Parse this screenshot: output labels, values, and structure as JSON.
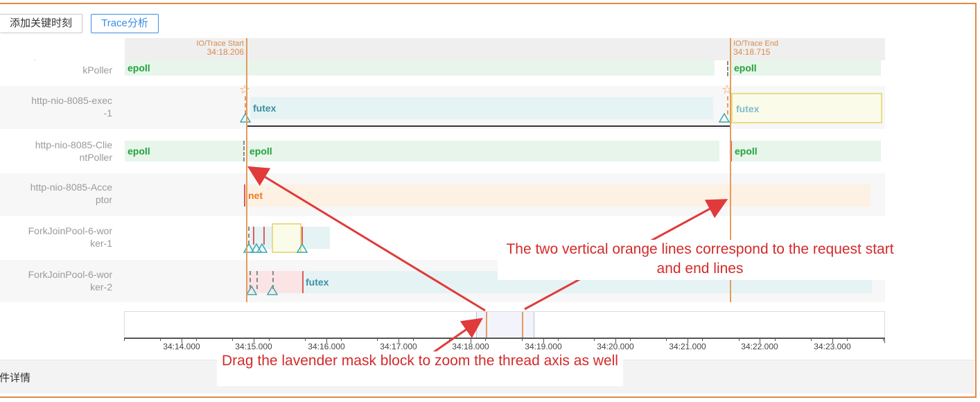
{
  "toolbar": {
    "add_moment_label": "添加关键时刻",
    "trace_analysis_label": "Trace分析"
  },
  "markers": {
    "start_title": "IO/Trace Start",
    "start_time": "34:18.206",
    "end_title": "IO/Trace End",
    "end_time": "34:18.715"
  },
  "threads": [
    {
      "label": "kPoller",
      "dot": "·",
      "segments": [
        "epoll",
        "epoll"
      ]
    },
    {
      "label": "http-nio-8085-exec\n-1",
      "segments": [
        "futex",
        "futex"
      ]
    },
    {
      "label": "http-nio-8085-Clie\nntPoller",
      "segments": [
        "epoll",
        "epoll",
        "epoll"
      ]
    },
    {
      "label": "http-nio-8085-Acce\nptor",
      "segments": [
        "net"
      ]
    },
    {
      "label": "ForkJoinPool-6-wor\nker-1",
      "segments": []
    },
    {
      "label": "ForkJoinPool-6-wor\nker-2",
      "segments": [
        "futex"
      ]
    }
  ],
  "axis": {
    "ticks": [
      "34:14.000",
      "34:15.000",
      "34:16.000",
      "34:17.000",
      "34:18.000",
      "34:19.000",
      "34:20.000",
      "34:21.000",
      "34:22.000",
      "34:23.000"
    ]
  },
  "footer": {
    "label": "事件详情"
  },
  "annotations": {
    "lines_note": "The two vertical orange lines correspond to the request start and end lines",
    "mask_note": "Drag the lavender mask block to zoom the thread axis as well"
  },
  "colors": {
    "epoll": "#22a33a",
    "futex": "#3a8fa5",
    "net": "#ee7a22",
    "marker": "#e39c5c",
    "annotation": "#d32a2a",
    "accent": "#3a8ee6"
  }
}
